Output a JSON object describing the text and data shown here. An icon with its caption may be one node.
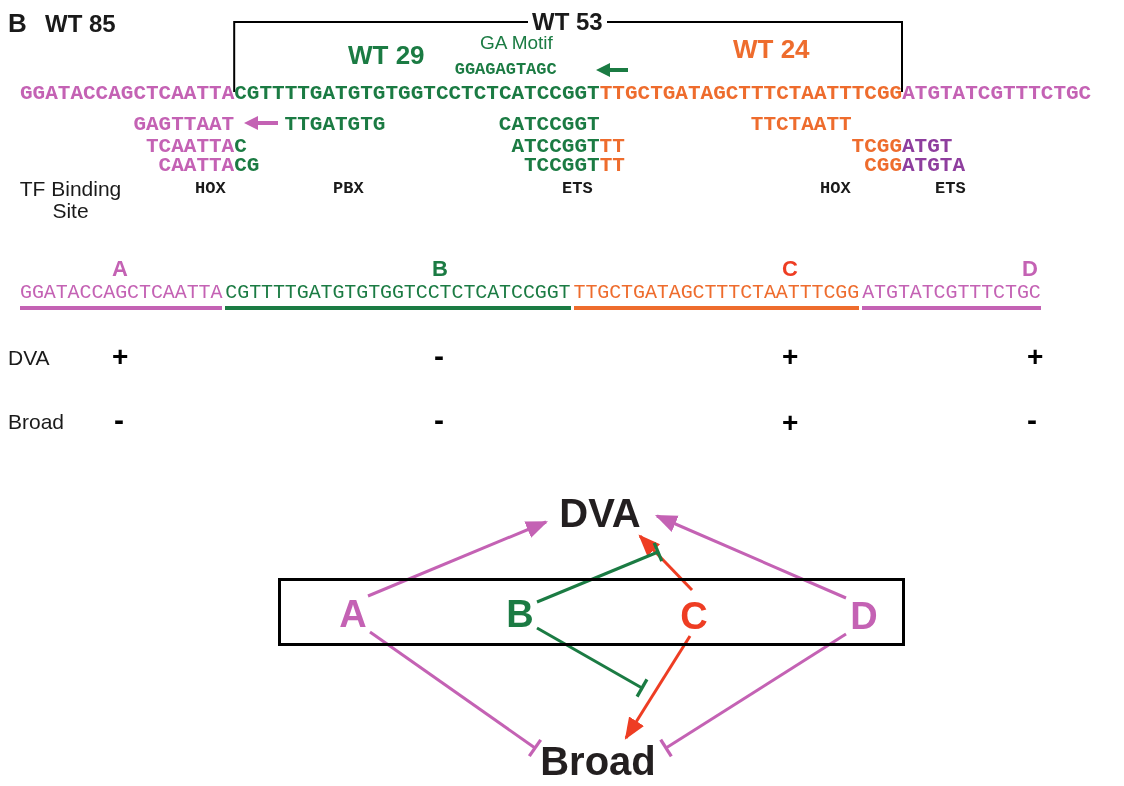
{
  "diagram": {
    "nodes": [
      {
        "text": [
          "DVA"
        ]
      },
      {
        "text": [],
        "shape": "box"
      },
      {
        "text": [
          "A"
        ],
        "in": 1
      },
      {
        "text": [
          "B"
        ],
        "in": 1
      },
      {
        "text": [
          "C"
        ],
        "in": 1
      },
      {
        "text": [
          "D"
        ],
        "in": 1
      },
      {
        "text": [
          "Broad"
        ]
      }
    ],
    "edges": [
      {
        "from": 2,
        "to": 0,
        "arrow": "to"
      },
      {
        "from": 5,
        "to": 0,
        "arrow": "to"
      },
      {
        "from": 4,
        "to": 0,
        "arrow": "to",
        "color": "#ee3d23"
      },
      {
        "from": 4,
        "to": 6,
        "arrow": "to",
        "color": "#ee3d23"
      },
      {
        "from": 3,
        "to": 0,
        "arrow": "other",
        "color": "#1b7b43"
      },
      {
        "from": 3,
        "to": 6,
        "arrow": "other",
        "color": "#1b7b43"
      },
      {
        "from": 2,
        "to": 6,
        "arrow": "other"
      },
      {
        "from": 5,
        "to": 6,
        "arrow": "other"
      }
    ],
    "labels": [
      "B",
      "WT 85",
      "WT 53",
      "WT 29",
      "GA Motif",
      "WT 24",
      "GGAGAGTAGC",
      "GGATACCAGCTCAATTACGTTTTGATGTGTGGTCCTCTCATCCGGTTTGCTGATAGCTTTCTAATTTCGGATGTATCGTTTCTGC",
      "GAGTTAAT",
      "TTGATGTG",
      "CATCCGGT",
      "TTCTAATT",
      "TCAATTAC",
      "ATCCGGTTT",
      "TCGGATGT",
      "CAATTACG",
      "TCCGGTTT",
      "CGGATGTA",
      "TF Binding Site",
      "HOX",
      "PBX",
      "ETS",
      "HOX",
      "ETS",
      "A",
      "B",
      "C",
      "D",
      "GGATACCAGCTCAATTACGTTTTGATGTGTGGTCCTCTCATCCGGTTTGCTGATAGCTTTCTAATTTCGGATGTATCGTTTCTGC",
      "DVA",
      "+",
      "-",
      "+",
      "+",
      "Broad",
      "-",
      "-",
      "+",
      "-"
    ]
  }
}
